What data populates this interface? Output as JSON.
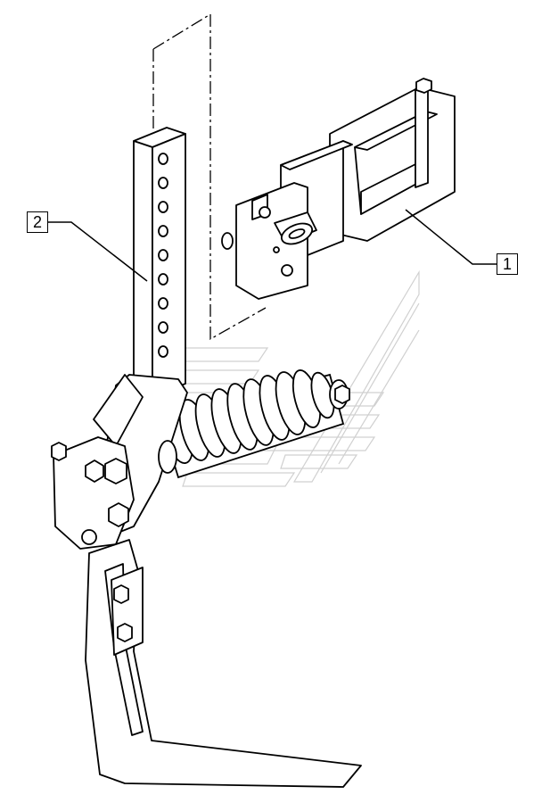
{
  "callouts": [
    {
      "id": "1",
      "label": "1"
    },
    {
      "id": "2",
      "label": "2"
    }
  ],
  "colors": {
    "line": "#000000",
    "background": "#ffffff",
    "watermark": "#d0d0d0"
  }
}
